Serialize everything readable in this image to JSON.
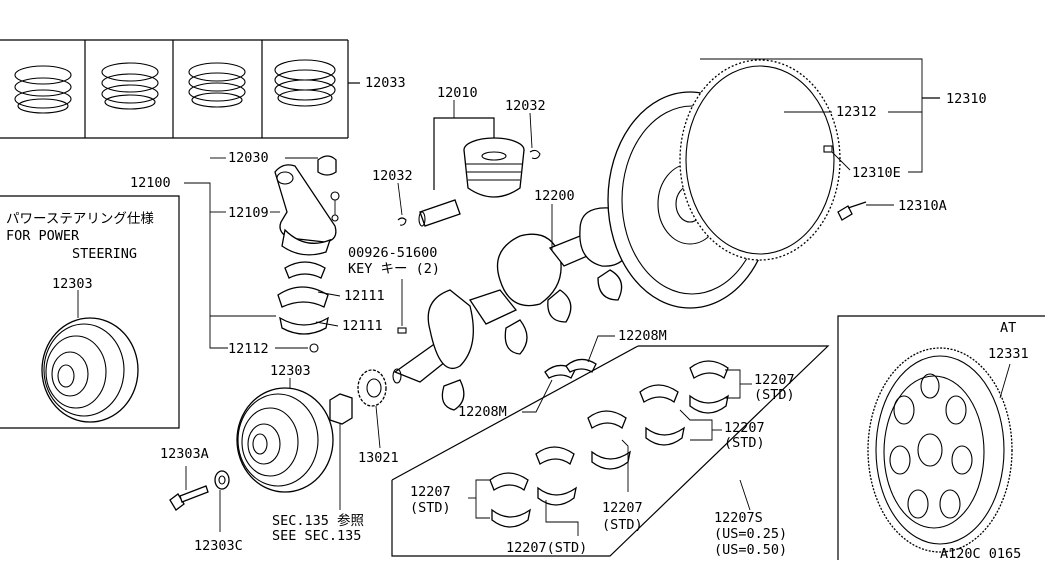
{
  "labels": {
    "p12033": "12033",
    "p12010": "12010",
    "p12032a": "12032",
    "p12032b": "12032",
    "p12030": "12030",
    "p12100": "12100",
    "p12109": "12109",
    "p12200": "12200",
    "p12312": "12312",
    "p12310": "12310",
    "p12310E": "12310E",
    "p12310A": "12310A",
    "key_no": "00926-51600",
    "key_desc": "KEY  キー  (2)",
    "p12111a": "12111",
    "p12111b": "12111",
    "p12112": "12112",
    "p12303_inset": "12303",
    "p12303_main": "12303",
    "p12303A": "12303A",
    "p12303C": "12303C",
    "p13021": "13021",
    "p12208M_a": "12208M",
    "p12208M_b": "12208M",
    "p12207_1": "12207",
    "p12207_1s": "(STD)",
    "p12207_2": "12207",
    "p12207_2s": "(STD)",
    "p12207_3": "12207",
    "p12207_3s": "(STD)",
    "p12207_4": "12207",
    "p12207_4s": "(STD)",
    "p12207_5": "12207(STD)",
    "p12207S": "12207S",
    "p12207S_us1": "(US=0.25)",
    "p12207S_us2": "(US=0.50)",
    "sec_jp": "SEC.135 参照",
    "sec_en": "SEE SEC.135",
    "ps_jp": "パワーステアリング仕様",
    "ps_en1": "FOR POWER",
    "ps_en2": "STEERING",
    "at_label": "AT",
    "p12331": "12331",
    "figure_code": "A120C 0165"
  }
}
